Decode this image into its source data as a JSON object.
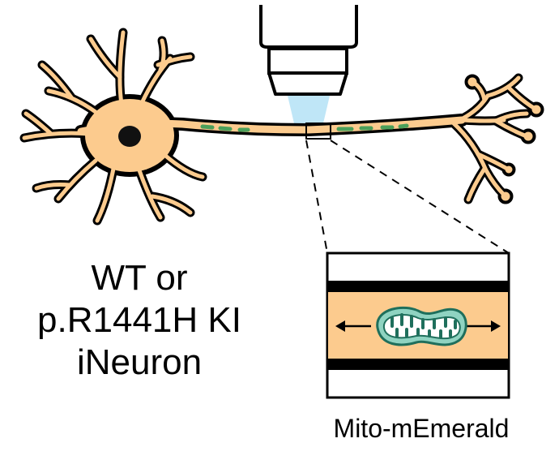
{
  "neuron": {
    "label_lines": [
      "WT or",
      "p.R1441H KI",
      "iNeuron"
    ]
  },
  "inset": {
    "caption": "Mito-mEmerald"
  },
  "colors": {
    "neuron_fill": "#FCCB8E",
    "neuron_outline": "#000000",
    "nucleus": "#111111",
    "mitochondria_dash": "#4BA05A",
    "light_beam": "#BFE6F7",
    "mito_body": "#8FD3C1",
    "mito_outline": "#1F6F5C",
    "background": "#FFFFFF"
  },
  "icons": {
    "objective": "microscope-objective-icon",
    "mitochondrion": "mitochondrion-icon",
    "motion_arrows": "bidirectional-arrow-icon"
  }
}
